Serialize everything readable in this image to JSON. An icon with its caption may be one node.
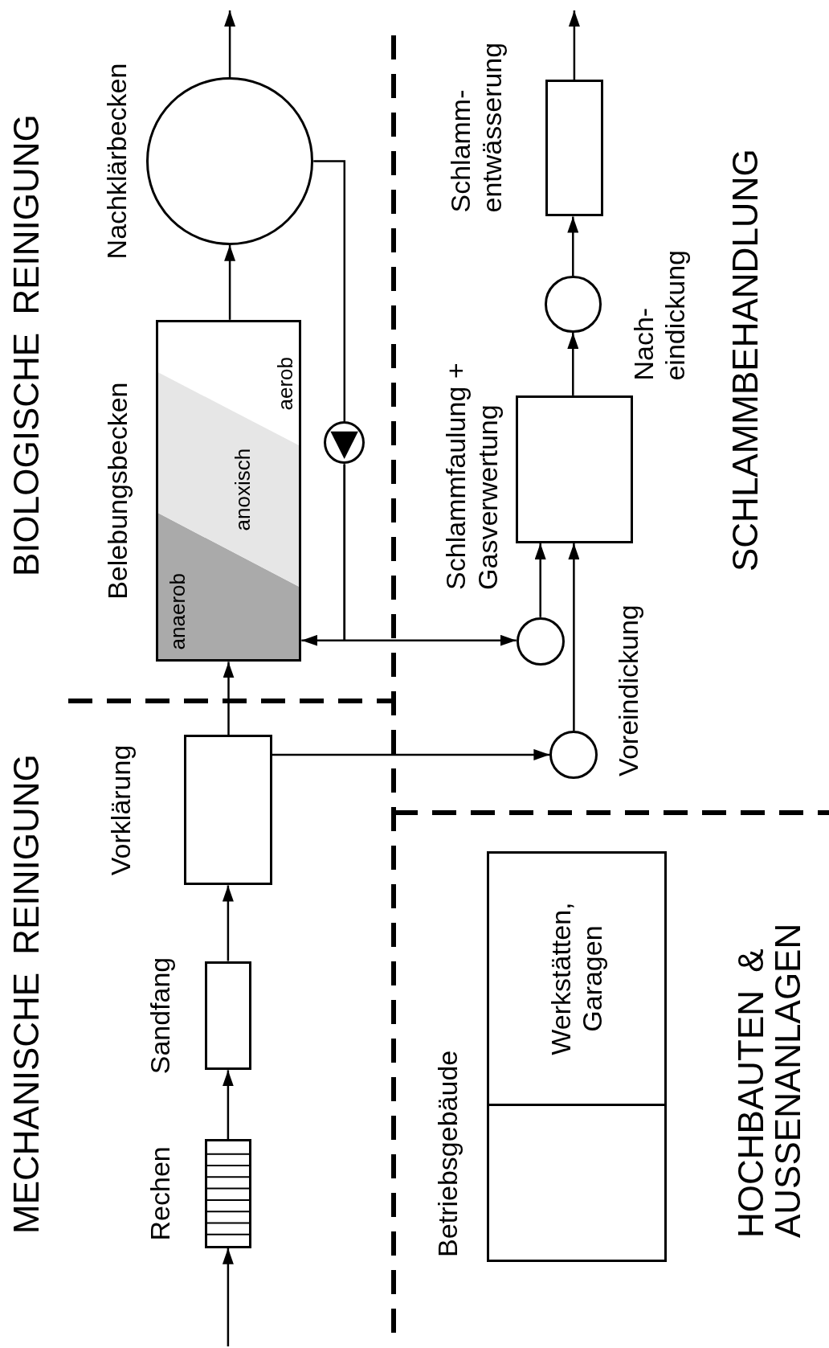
{
  "diagram": {
    "nodes": [
      {
        "text": [
          "Rechen"
        ]
      },
      {
        "text": [
          "Sandfang"
        ]
      },
      {
        "text": [
          "Vorklärung"
        ]
      },
      {
        "text": [
          "Belebungsbecken",
          "anaerob",
          "anoxisch",
          "aerob"
        ]
      },
      {
        "text": [
          "Nachklärbecken"
        ]
      },
      {
        "text": [],
        "shape": "circle"
      },
      {
        "text": [],
        "shape": "circle"
      },
      {
        "text": [
          "Voreindickung"
        ]
      },
      {
        "text": [
          "Schlammfaulung + Gasverwertung"
        ]
      },
      {
        "text": [
          "Nach- eindickung"
        ]
      },
      {
        "text": [
          "Schlamm- entwässerung"
        ]
      },
      {
        "text": [
          "Betriebsgebäude"
        ]
      },
      {
        "text": [
          "Werkstätten, Garagen"
        ],
        "in": 11
      }
    ],
    "edges": [
      {
        "from": null,
        "to": 0,
        "arrow": "to"
      },
      {
        "from": 0,
        "to": 1,
        "arrow": "to"
      },
      {
        "from": 1,
        "to": 2,
        "arrow": "to"
      },
      {
        "from": 2,
        "to": 3,
        "arrow": "to"
      },
      {
        "from": 3,
        "to": 4,
        "arrow": "to"
      },
      {
        "from": 4,
        "to": null,
        "arrow": "to"
      },
      {
        "from": 4,
        "to": 5,
        "arrow": "none"
      },
      {
        "from": 5,
        "to": 3,
        "arrow": "to"
      },
      {
        "from": 5,
        "to": 6,
        "arrow": "to"
      },
      {
        "from": 2,
        "to": 7,
        "arrow": "to"
      },
      {
        "from": 6,
        "to": 8,
        "arrow": "to"
      },
      {
        "from": 7,
        "to": 8,
        "arrow": "to"
      },
      {
        "from": 8,
        "to": 9,
        "arrow": "to"
      },
      {
        "from": 9,
        "to": 10,
        "arrow": "to"
      },
      {
        "from": 10,
        "to": null,
        "arrow": "to"
      }
    ],
    "labels": [
      "BIOLOGISCHE REINIGUNG",
      "MECHANISCHE REINIGUNG",
      "SCHLAMMBEHANDLUNG",
      "HOCHBAUTEN & AUSSENANLAGEN"
    ]
  }
}
